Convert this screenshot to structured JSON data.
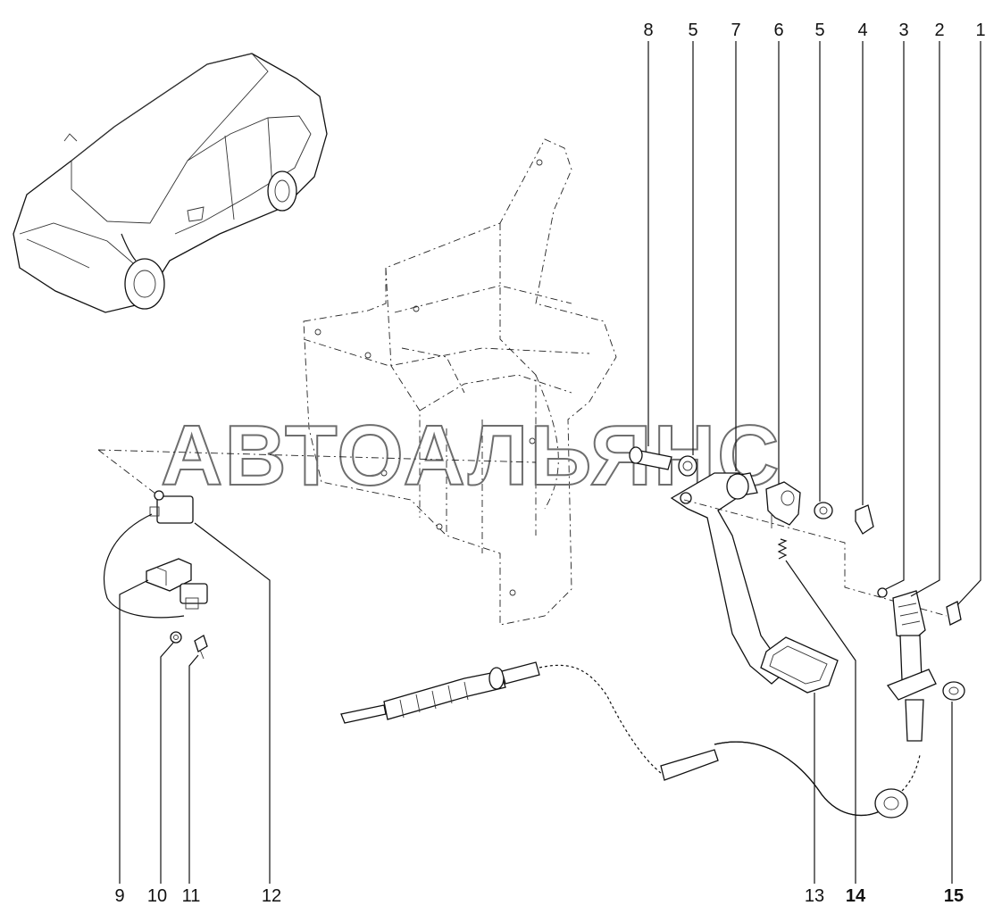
{
  "watermark": "АВТОАЛЬЯНС",
  "callouts_top": [
    "8",
    "5",
    "7",
    "6",
    "5",
    "4",
    "3",
    "2",
    "1"
  ],
  "callouts_bottom": [
    "9",
    "10",
    "11",
    "12",
    "13",
    "14",
    "15"
  ]
}
